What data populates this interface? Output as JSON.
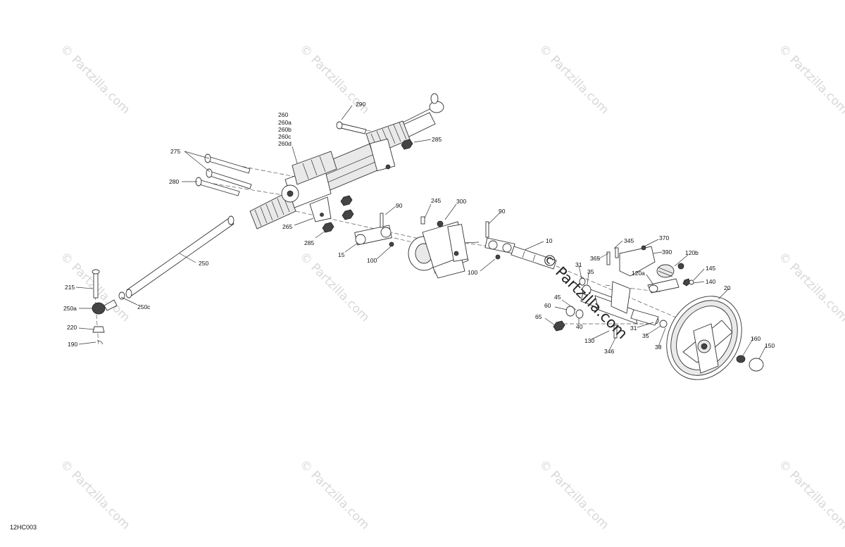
{
  "diagram": {
    "code": "12HC003",
    "watermark": "© Partzilla.com",
    "labels": {
      "l290": "290",
      "l260": "260",
      "l260a": "260a",
      "l260b": "260b",
      "l260c": "260c",
      "l260d": "260d",
      "l285a": "285",
      "l275": "275",
      "l280": "280",
      "l265": "265",
      "l285b": "285",
      "l90a": "90",
      "l245": "245",
      "l300": "300",
      "l90b": "90",
      "l15": "15",
      "l100a": "100",
      "l100b": "100",
      "l10": "10",
      "l250": "250",
      "l215": "215",
      "l250a": "250a",
      "l250c": "250c",
      "l220": "220",
      "l190": "190",
      "l345": "345",
      "l370": "370",
      "l365": "365",
      "l390": "390",
      "l120b": "120b",
      "l31a": "31",
      "l35a": "35",
      "l120a": "120a",
      "l145": "145",
      "l140": "140",
      "l20": "20",
      "l45": "45",
      "l60": "60",
      "l65": "65",
      "l40": "40",
      "l31b": "31",
      "l35b": "35",
      "l130": "130",
      "l346": "346",
      "l38": "38",
      "l160": "160",
      "l150": "150"
    }
  }
}
